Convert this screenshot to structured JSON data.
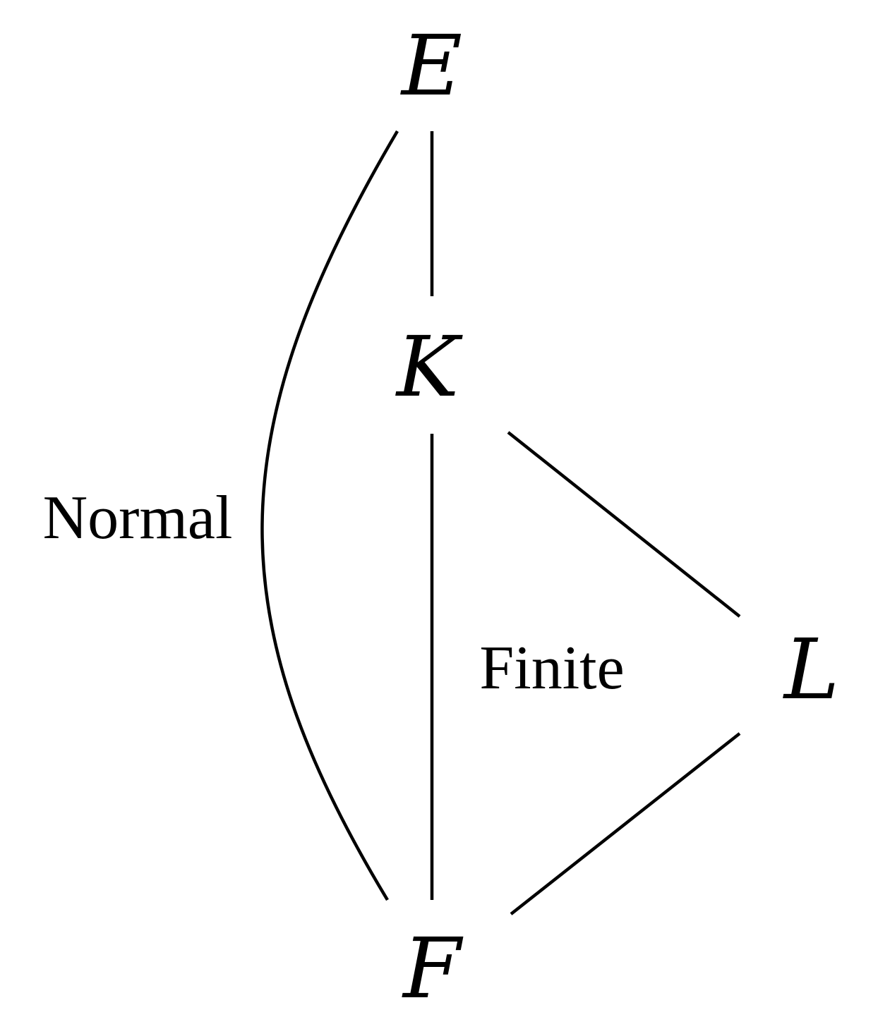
{
  "nodes": {
    "E": "E",
    "K": "K",
    "L": "L",
    "F": "F"
  },
  "edge_labels": {
    "normal": "Normal",
    "finite": "Finite"
  },
  "edges": [
    {
      "from": "E",
      "to": "K"
    },
    {
      "from": "K",
      "to": "F",
      "label": "Finite"
    },
    {
      "from": "K",
      "to": "L"
    },
    {
      "from": "L",
      "to": "F"
    },
    {
      "from": "E",
      "to": "F",
      "label": "Normal",
      "style": "curved"
    }
  ],
  "colors": {
    "line": "#000000",
    "text": "#000000",
    "background": "#ffffff"
  }
}
